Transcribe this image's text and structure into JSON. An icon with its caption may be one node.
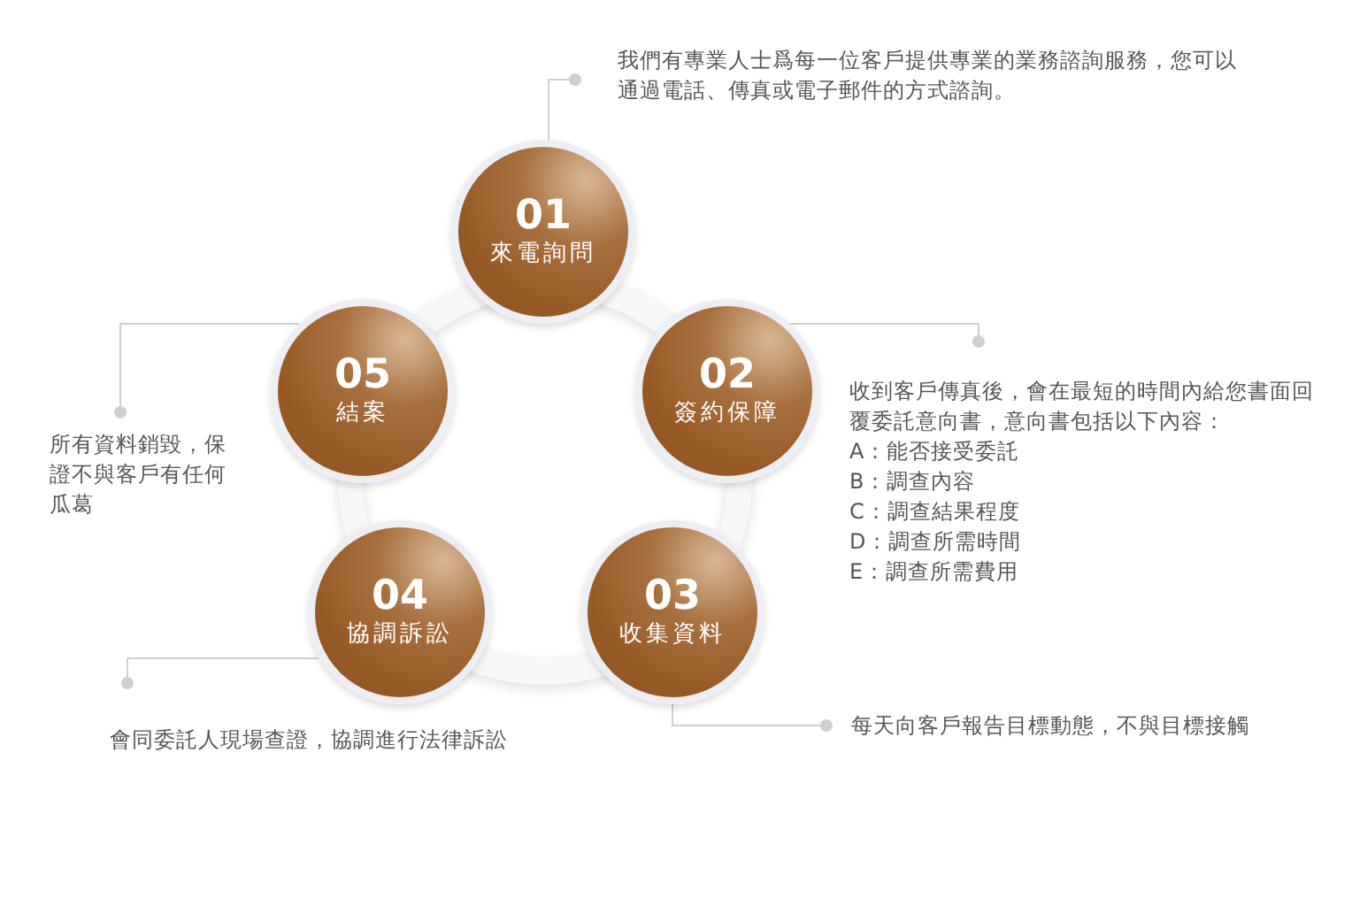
{
  "diagram": {
    "nodes": [
      {
        "text": [
          "01",
          "來電詢問"
        ]
      },
      {
        "text": [
          "02",
          "簽約保障"
        ]
      },
      {
        "text": [
          "03",
          "收集資料"
        ]
      },
      {
        "text": [
          "04",
          "協調訴訟"
        ]
      },
      {
        "text": [
          "05",
          "結案"
        ]
      },
      {
        "text": [
          "我們有專業人士爲每一位客戶提供專業的業務諮詢服務，您可以通過電話、傳真或電子郵件的方式諮詢。"
        ]
      },
      {
        "text": [
          "收到客戶傳真後，會在最短的時間內給您書面回覆委託意向書，意向書包括以下內容：",
          "A：能否接受委託",
          "B：調查內容",
          "C：調查結果程度",
          "D：調查所需時間",
          "E：調查所需費用"
        ]
      },
      {
        "text": [
          "每天向客戶報告目標動態，不與目標接觸"
        ]
      },
      {
        "text": [
          "會同委託人現場查證，協調進行法律訴訟"
        ]
      },
      {
        "text": [
          "所有資料銷毀，保證不與客戶有任何瓜葛"
        ]
      }
    ],
    "edges": [
      {
        "from": 0,
        "to": 5,
        "arrow": "other"
      },
      {
        "from": 1,
        "to": 6,
        "arrow": "other"
      },
      {
        "from": 2,
        "to": 7,
        "arrow": "other"
      },
      {
        "from": 3,
        "to": 8,
        "arrow": "other"
      },
      {
        "from": 4,
        "to": 9,
        "arrow": "other"
      }
    ]
  }
}
